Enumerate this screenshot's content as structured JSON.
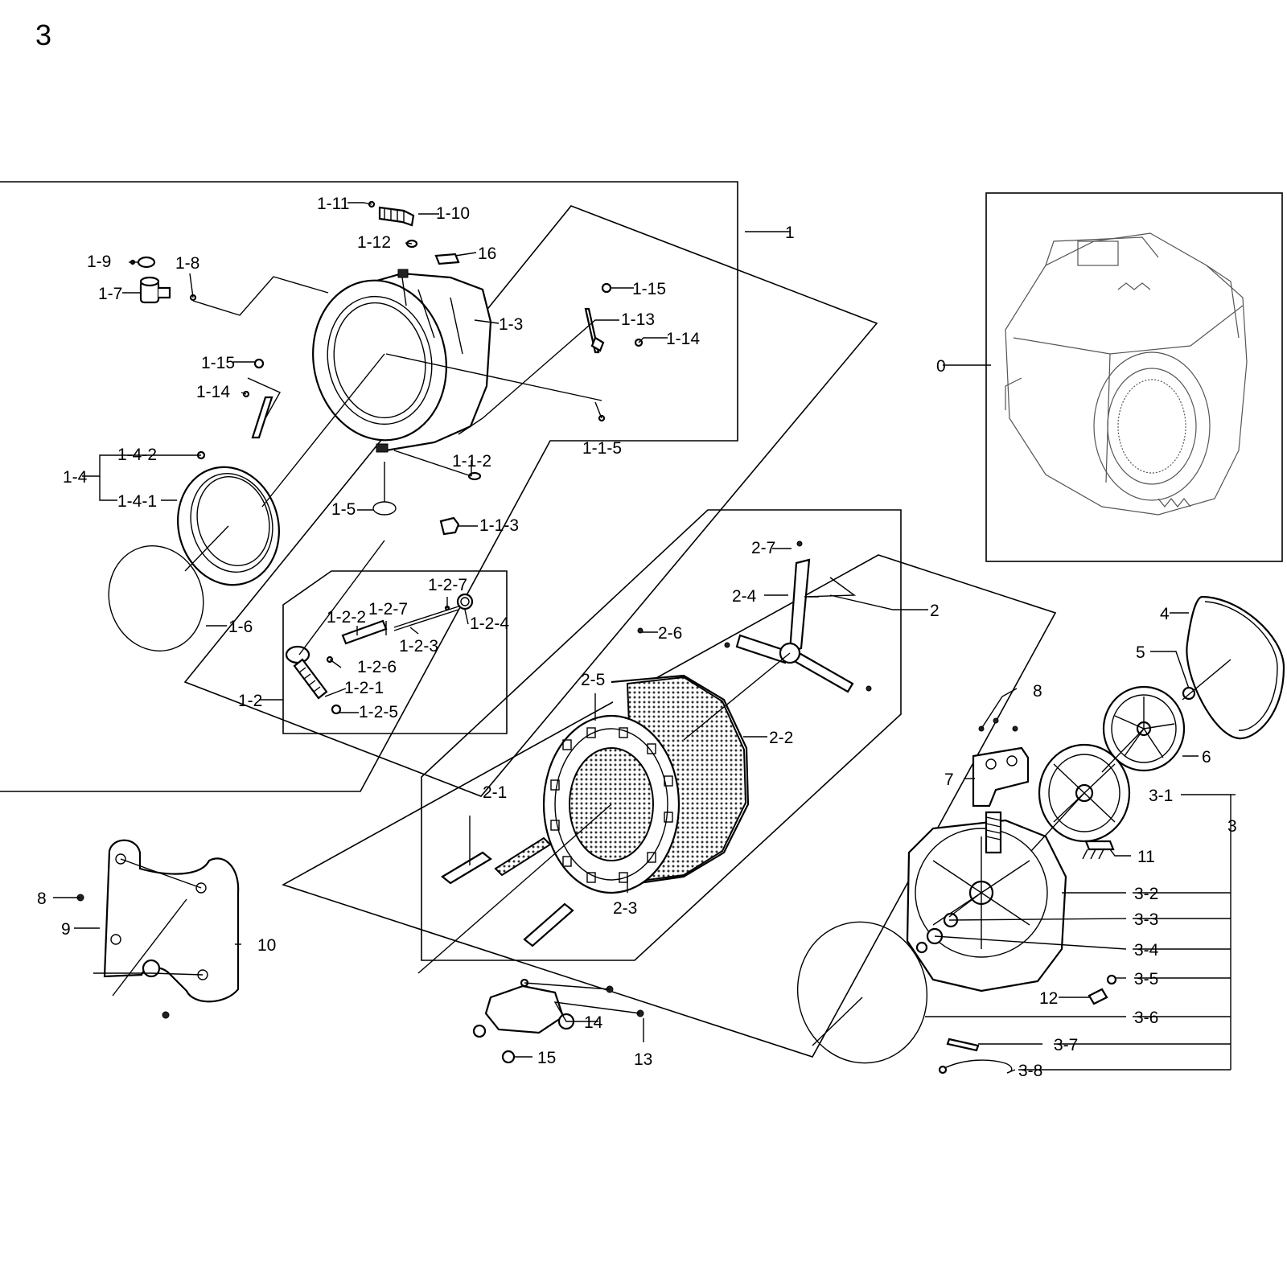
{
  "page": {
    "number": "3"
  },
  "labels": {
    "p0": "0",
    "p1": "1",
    "p1_1_2": "1-1-2",
    "p1_1_3": "1-1-3",
    "p1_1_5": "1-1-5",
    "p1_2": "1-2",
    "p1_2_1": "1-2-1",
    "p1_2_2": "1-2-2",
    "p1_2_3": "1-2-3",
    "p1_2_4": "1-2-4",
    "p1_2_5": "1-2-5",
    "p1_2_6": "1-2-6",
    "p1_2_7a": "1-2-7",
    "p1_2_7b": "1-2-7",
    "p1_3": "1-3",
    "p1_4": "1-4",
    "p1_4_1": "1-4-1",
    "p1_4_2": "1-4-2",
    "p1_5": "1-5",
    "p1_6": "1-6",
    "p1_7": "1-7",
    "p1_8": "1-8",
    "p1_9": "1-9",
    "p1_10": "1-10",
    "p1_11": "1-11",
    "p1_12": "1-12",
    "p1_13": "1-13",
    "p1_14a": "1-14",
    "p1_14b": "1-14",
    "p1_15a": "1-15",
    "p1_15b": "1-15",
    "p16": "16",
    "p2": "2",
    "p2_1": "2-1",
    "p2_2": "2-2",
    "p2_3": "2-3",
    "p2_4": "2-4",
    "p2_5": "2-5",
    "p2_6": "2-6",
    "p2_7": "2-7",
    "p3": "3",
    "p3_1": "3-1",
    "p3_2": "3-2",
    "p3_3": "3-3",
    "p3_4": "3-4",
    "p3_5": "3-5",
    "p3_6": "3-6",
    "p3_7": "3-7",
    "p3_8": "3-8",
    "p4": "4",
    "p5": "5",
    "p6": "6",
    "p7": "7",
    "p8a": "8",
    "p8b": "8",
    "p9": "9",
    "p10": "10",
    "p11": "11",
    "p12": "12",
    "p13": "13",
    "p14": "14",
    "p15": "15"
  }
}
